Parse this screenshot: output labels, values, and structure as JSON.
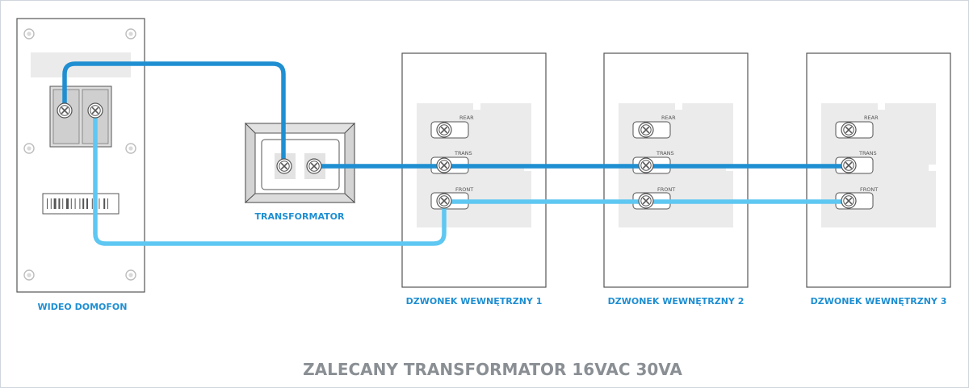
{
  "labels": {
    "intercom": "WIDEO DOMOFON",
    "transformer": "TRANSFORMATOR",
    "chime1": "DZWONEK WEWNĘTRZNY 1",
    "chime2": "DZWONEK WEWNĘTRZNY 2",
    "chime3": "DZWONEK WEWNĘTRZNY 3"
  },
  "terminals": {
    "rear": "REAR",
    "trans": "TRANS",
    "front": "FRONT"
  },
  "footer": {
    "title": "ZALECANY TRANSFORMATOR 16VAC 30VA"
  },
  "colors": {
    "wire_dark": "#1f8fd2",
    "wire_light": "#5ec7f2",
    "label": "#1f8fd2",
    "outline": "#555555",
    "panel_fill": "#ebebeb",
    "title": "#8a8f94"
  }
}
